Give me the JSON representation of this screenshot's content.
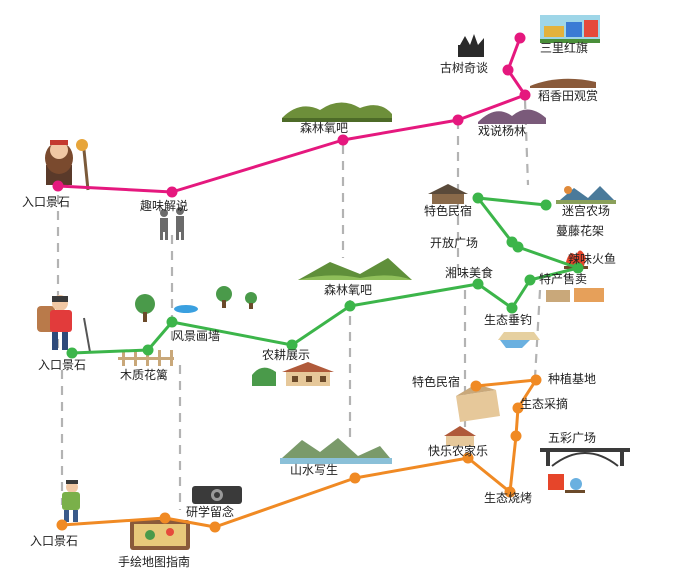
{
  "colors": {
    "pink": "#e5187e",
    "green": "#3cb54a",
    "orange": "#f08a24",
    "dash": "#b3b3b3"
  },
  "routes": [
    {
      "id": "pink",
      "stops": [
        "入口景石",
        "趣味解说",
        "森林氧吧",
        "戏说杨林",
        "稻香田观赏",
        "古树奇谈",
        "三里红旗"
      ]
    },
    {
      "id": "green",
      "stops": [
        "入口景石",
        "木质花篱",
        "风景画墙",
        "农耕展示",
        "森林氧吧",
        "湘味美食",
        "生态垂钓",
        "特产售卖",
        "辣味火鱼",
        "蔓藤花架",
        "开放广场",
        "特色民宿",
        "迷宫农场"
      ]
    },
    {
      "id": "orange",
      "stops": [
        "入口景石",
        "手绘地图指南",
        "研学留念",
        "山水写生",
        "快乐农家乐",
        "生态烧烤",
        "五彩广场",
        "生态采摘",
        "种植基地",
        "特色民宿"
      ]
    }
  ]
}
